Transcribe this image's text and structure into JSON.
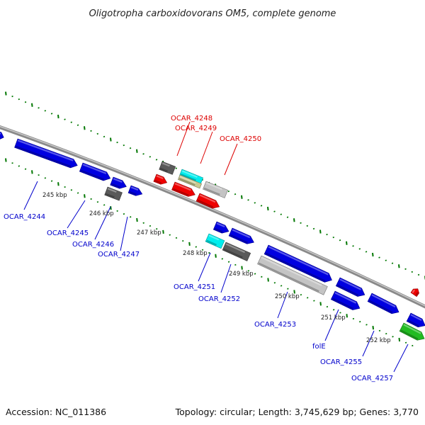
{
  "title": "Oligotropha carboxidovorans OM5, complete genome",
  "footer": {
    "accession": "Accession: NC_011386",
    "summary": "Topology: circular; Length: 3,745,629 bp; Genes: 3,770"
  },
  "colors": {
    "label_forward": "#dd0000",
    "label_reverse": "#0000cc",
    "backbone": "#8a8a8a",
    "dots": "#007700",
    "gene_blue": "#0000e0",
    "gene_red": "#ee0000",
    "gene_gray_dark": "#5a5a5a",
    "gene_gray_light": "#c4c4c4",
    "gene_cyan": "#00eeee",
    "gene_tan": "#c8c890",
    "gene_green": "#22bb22"
  },
  "ticks": [
    "245 kbp",
    "246 kbp",
    "247 kbp",
    "248 kbp",
    "249 kbp",
    "250 kbp",
    "251 kbp",
    "252 kbp"
  ],
  "labels_forward": [
    "OCAR_4248",
    "OCAR_4249",
    "OCAR_4250"
  ],
  "labels_reverse": [
    "OCAR_4244",
    "OCAR_4245",
    "OCAR_4246",
    "OCAR_4247",
    "OCAR_4251",
    "OCAR_4252",
    "OCAR_4253",
    "folE",
    "OCAR_4255",
    "OCAR_4257"
  ]
}
